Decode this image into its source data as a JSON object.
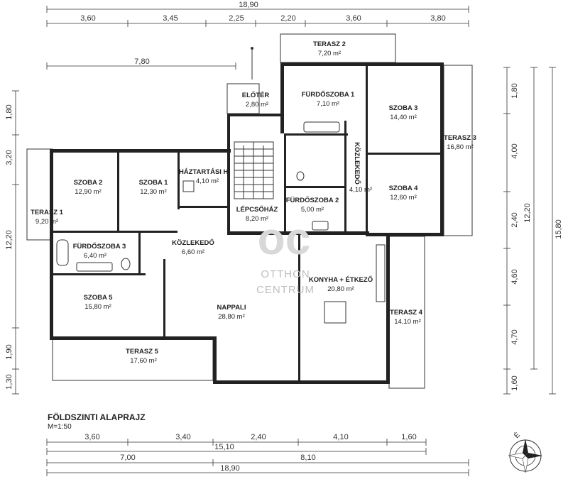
{
  "plan": {
    "title": "FÖLDSZINTI ALAPRAJZ",
    "scale": "M=1:50",
    "watermark": {
      "line1": "OTTHON",
      "line2": "CENTRUM"
    },
    "compass_label": "É",
    "top_dims": {
      "overall": "18,90",
      "segments": [
        "3,60",
        "3,45",
        "2,25",
        "2,20",
        "3,60",
        "3,80"
      ],
      "left_span": "7,80"
    },
    "bottom_dims": {
      "segments": [
        "3,60",
        "3,40",
        "2,40",
        "4,10",
        "1,60"
      ],
      "span_a": "15,10",
      "span_b": "7,00",
      "span_c": "8,10",
      "overall": "18,90"
    },
    "left_dims": [
      "1,80",
      "3,20",
      "12,20",
      "1,90",
      "1,30"
    ],
    "right_dims": {
      "inner": [
        "1,80",
        "4,00",
        "2,40",
        "4,60",
        "4,70",
        "1,60"
      ],
      "mid": "12,20",
      "outer": "15,80"
    },
    "rooms": [
      {
        "name": "TERASZ 2",
        "area": "7,20 m²"
      },
      {
        "name": "ELŐTÉR",
        "area": "2,80 m²"
      },
      {
        "name": "FÜRDŐSZOBA 1",
        "area": "7,10 m²"
      },
      {
        "name": "SZOBA 3",
        "area": "14,40 m²"
      },
      {
        "name": "TERASZ 3",
        "area": "16,80 m²"
      },
      {
        "name": "SZOBA 2",
        "area": "12,90 m²"
      },
      {
        "name": "SZOBA 1",
        "area": "12,30 m²"
      },
      {
        "name": "HÁZTARTÁSI H.",
        "area": "4,10 m²"
      },
      {
        "name": "KÖZLEKEDŐ",
        "area": "4,10 m²"
      },
      {
        "name": "SZOBA 4",
        "area": "12,60 m²"
      },
      {
        "name": "TERASZ 1",
        "area": "9,20 m²"
      },
      {
        "name": "LÉPCSŐHÁZ",
        "area": "8,20 m²"
      },
      {
        "name": "FÜRDŐSZOBA 2",
        "area": "5,00 m²"
      },
      {
        "name": "FÜRDŐSZOBA 3",
        "area": "6,40 m²"
      },
      {
        "name": "KÖZLEKEDŐ",
        "area": "6,60 m²"
      },
      {
        "name": "KONYHA + ÉTKEZŐ",
        "area": "20,80 m²"
      },
      {
        "name": "SZOBA 5",
        "area": "15,80 m²"
      },
      {
        "name": "NAPPALI",
        "area": "28,80 m²"
      },
      {
        "name": "TERASZ 4",
        "area": "14,10 m²"
      },
      {
        "name": "TERASZ 5",
        "area": "17,60 m²"
      }
    ]
  }
}
